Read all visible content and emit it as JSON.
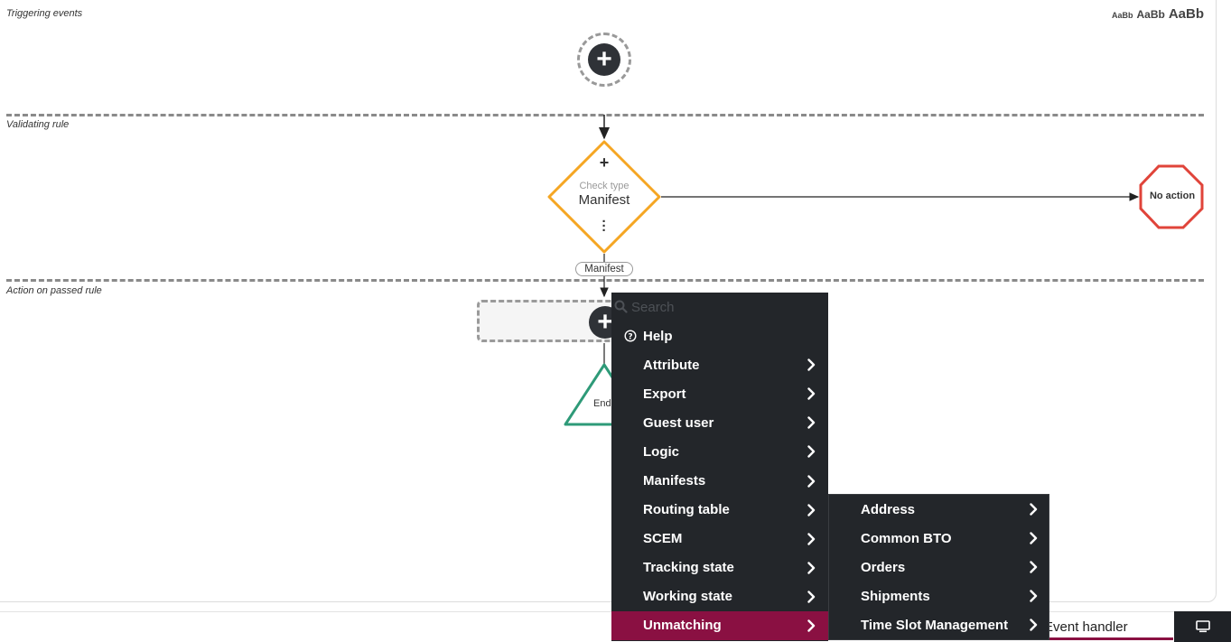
{
  "lanes": {
    "triggering": "Triggering events",
    "validating": "Validating rule",
    "action": "Action on passed rule"
  },
  "font_size_picker": {
    "small": "AaBb",
    "medium": "AaBb",
    "large": "AaBb"
  },
  "check_node": {
    "type_label": "Check type",
    "value": "Manifest"
  },
  "no_action_label": "No action",
  "branch_label": "Manifest",
  "end_label": "End",
  "bottom_tab": "Event handler",
  "context_menu": {
    "search_placeholder": "Search",
    "help_label": "Help",
    "items": [
      {
        "label": "Attribute",
        "has_submenu": true
      },
      {
        "label": "Export",
        "has_submenu": true
      },
      {
        "label": "Guest user",
        "has_submenu": true
      },
      {
        "label": "Logic",
        "has_submenu": true
      },
      {
        "label": "Manifests",
        "has_submenu": true
      },
      {
        "label": "Routing table",
        "has_submenu": true
      },
      {
        "label": "SCEM",
        "has_submenu": true
      },
      {
        "label": "Tracking state",
        "has_submenu": true
      },
      {
        "label": "Working state",
        "has_submenu": true
      },
      {
        "label": "Unmatching",
        "has_submenu": true,
        "active": true
      }
    ],
    "submenu": [
      {
        "label": "Address",
        "has_submenu": true
      },
      {
        "label": "Common BTO",
        "has_submenu": true
      },
      {
        "label": "Orders",
        "has_submenu": true
      },
      {
        "label": "Shipments",
        "has_submenu": true
      },
      {
        "label": "Time Slot Management",
        "has_submenu": true
      }
    ]
  },
  "colors": {
    "decision_border": "#f5a623",
    "no_action_border": "#e0443a",
    "end_border": "#2e9a78",
    "menu_bg": "#23262a",
    "menu_active": "#8a1042"
  },
  "icons": {
    "search": "search-icon",
    "help": "help-circle-icon",
    "chevron": "chevron-right-icon",
    "add": "plus-icon",
    "more": "more-vertical-icon",
    "screen": "monitor-icon"
  }
}
